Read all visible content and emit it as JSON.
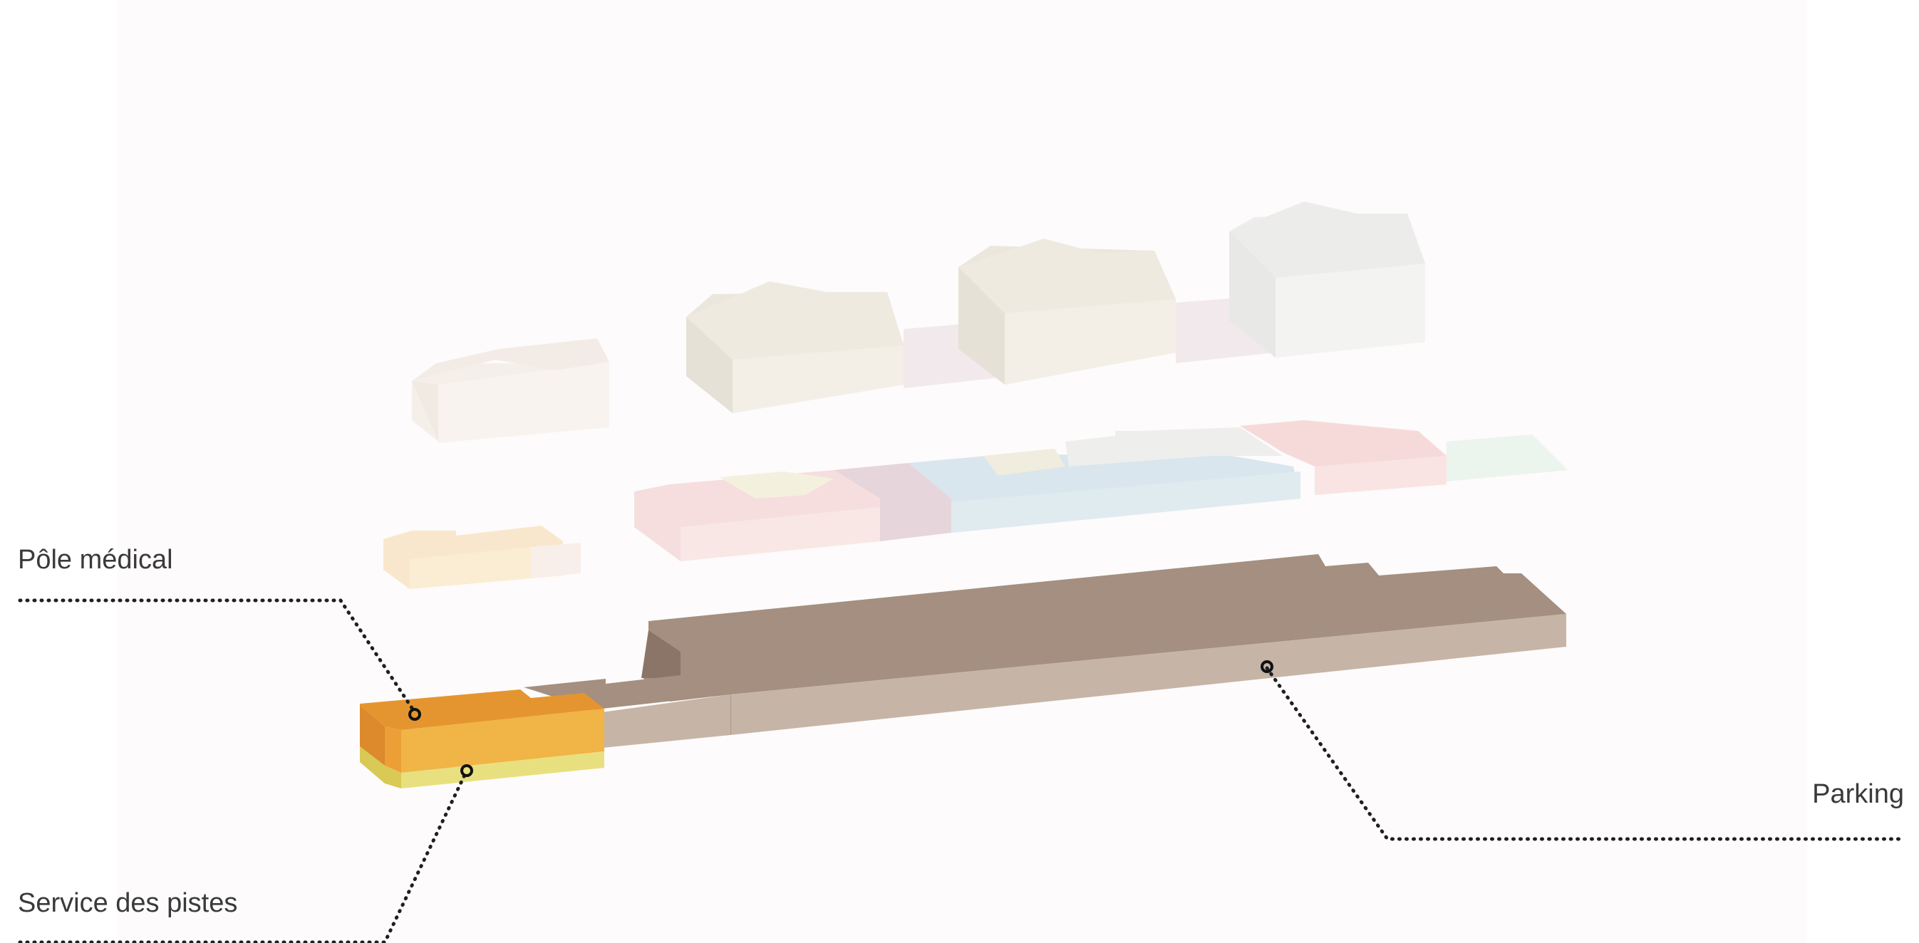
{
  "labels": {
    "pole_medical": "Pôle médical",
    "service_des_pistes": "Service des pistes",
    "parking": "Parking"
  },
  "colors": {
    "background": "#fdfbfb",
    "parking_top": "#a48f80",
    "parking_side": "#c6b4a6",
    "pole_medical_top": "#e5952f",
    "pole_medical_front": "#f1b446",
    "service_des_pistes": "#e8e07e",
    "ghost_roof": "#ddd8c6",
    "ghost_wall": "#eeebe0",
    "ghost_red": "#f2c8c8",
    "ghost_blue": "#bcd6e2",
    "ghost_mauve": "#d4b8c2",
    "ghost_green": "#dfeee4"
  }
}
